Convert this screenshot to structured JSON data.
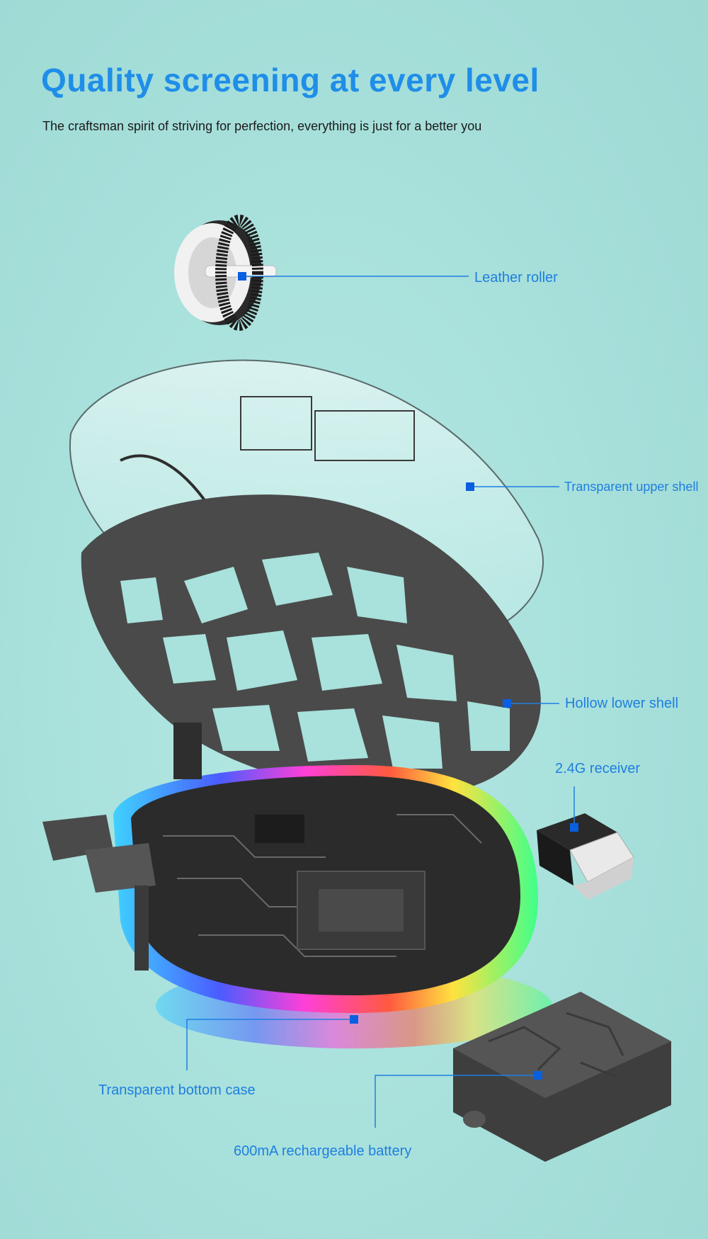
{
  "header": {
    "title": "Quality screening at every level",
    "subtitle": "The craftsman spirit of striving for perfection, everything is just for a better you"
  },
  "callouts": {
    "roller": "Leather roller",
    "upper_shell": "Transparent upper shell",
    "lower_shell": "Hollow lower shell",
    "receiver": "2.4G receiver",
    "bottom_case": "Transparent bottom case",
    "battery": "600mA rechargeable battery"
  },
  "colors": {
    "background": "#a9e1dc",
    "accent": "#1f8ee8",
    "callout_line": "#1f7fe0",
    "marker": "#0a5fe0"
  }
}
